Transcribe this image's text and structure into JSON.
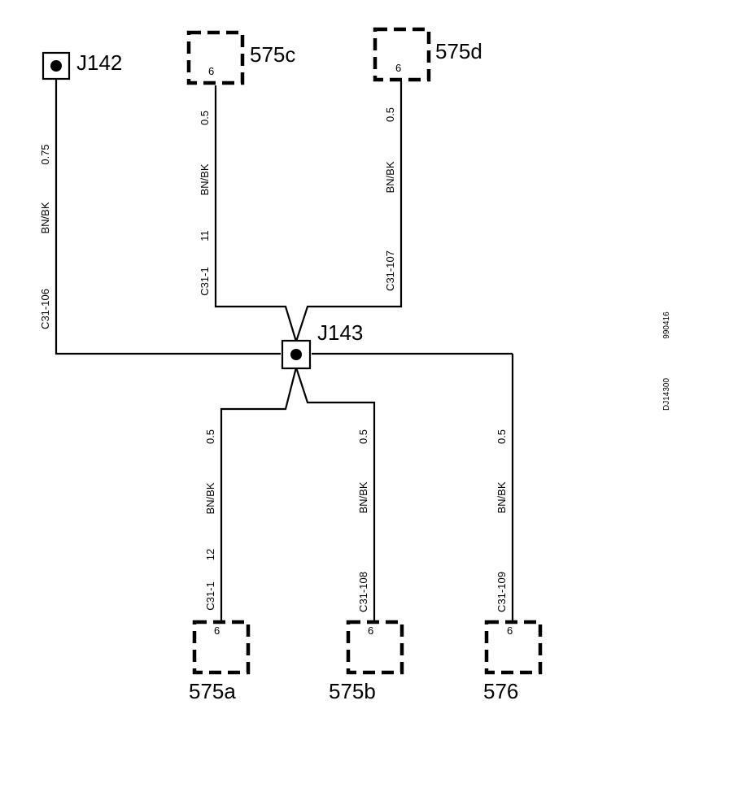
{
  "splices": {
    "j142": "J142",
    "j143": "J143"
  },
  "connectors": {
    "c575c": {
      "label": "575c",
      "pin": "6"
    },
    "c575d": {
      "label": "575d",
      "pin": "6"
    },
    "c575a": {
      "label": "575a",
      "pin": "6"
    },
    "c575b": {
      "label": "575b",
      "pin": "6"
    },
    "c576": {
      "label": "576",
      "pin": "6"
    }
  },
  "wires": {
    "j142": {
      "size": "0.75",
      "color": "BN/BK",
      "circuit": "C31-106"
    },
    "c575c": {
      "size": "0.5",
      "color": "BN/BK",
      "extra": "11",
      "circuit": "C31-1"
    },
    "c575d": {
      "size": "0.5",
      "color": "BN/BK",
      "circuit": "C31-107"
    },
    "c575a": {
      "size": "0.5",
      "color": "BN/BK",
      "extra": "12",
      "circuit": "C31-1"
    },
    "c575b": {
      "size": "0.5",
      "color": "BN/BK",
      "circuit": "C31-108"
    },
    "c576": {
      "size": "0.5",
      "color": "BN/BK",
      "circuit": "C31-109"
    }
  },
  "margin_codes": {
    "code_a": "990416",
    "code_b": "DJ14300"
  }
}
